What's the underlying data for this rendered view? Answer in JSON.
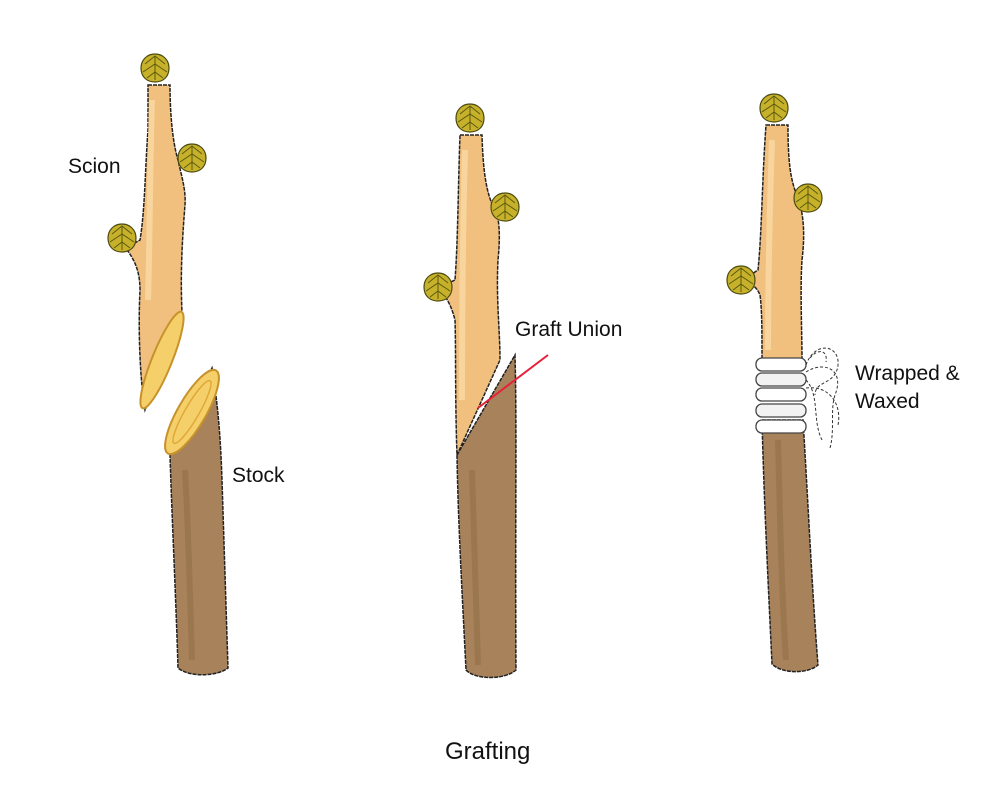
{
  "title": "Grafting",
  "labels": {
    "scion": "Scion",
    "stock": "Stock",
    "graft_union": "Graft Union",
    "wrapped_line1": "Wrapped &",
    "wrapped_line2": "Waxed"
  },
  "colors": {
    "scion_wood": "#F2C07E",
    "scion_highlight": "#F9D9A4",
    "stock_wood": "#A8825A",
    "stock_shade": "#8E6B45",
    "bud": "#C8B12A",
    "bud_outline": "#5A5A10",
    "cut_face": "#F5D06A",
    "union_line": "#E8203A",
    "wrap": "#FFFFFF",
    "outline": "#222222"
  }
}
